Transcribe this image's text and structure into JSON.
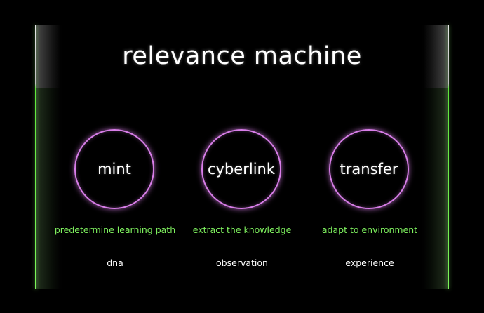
{
  "title": "relevance machine",
  "colors": {
    "background": "#000000",
    "circle_border": "#d87ee8",
    "description_text": "#7ef05e",
    "rail_green": "#7cf55a",
    "rail_white": "#e8e8e8"
  },
  "columns": [
    {
      "label": "mint",
      "description": "predetermine learning path",
      "tag": "dna"
    },
    {
      "label": "cyberlink",
      "description": "extract the knowledge",
      "tag": "observation"
    },
    {
      "label": "transfer",
      "description": "adapt to environment",
      "tag": "experience"
    }
  ]
}
